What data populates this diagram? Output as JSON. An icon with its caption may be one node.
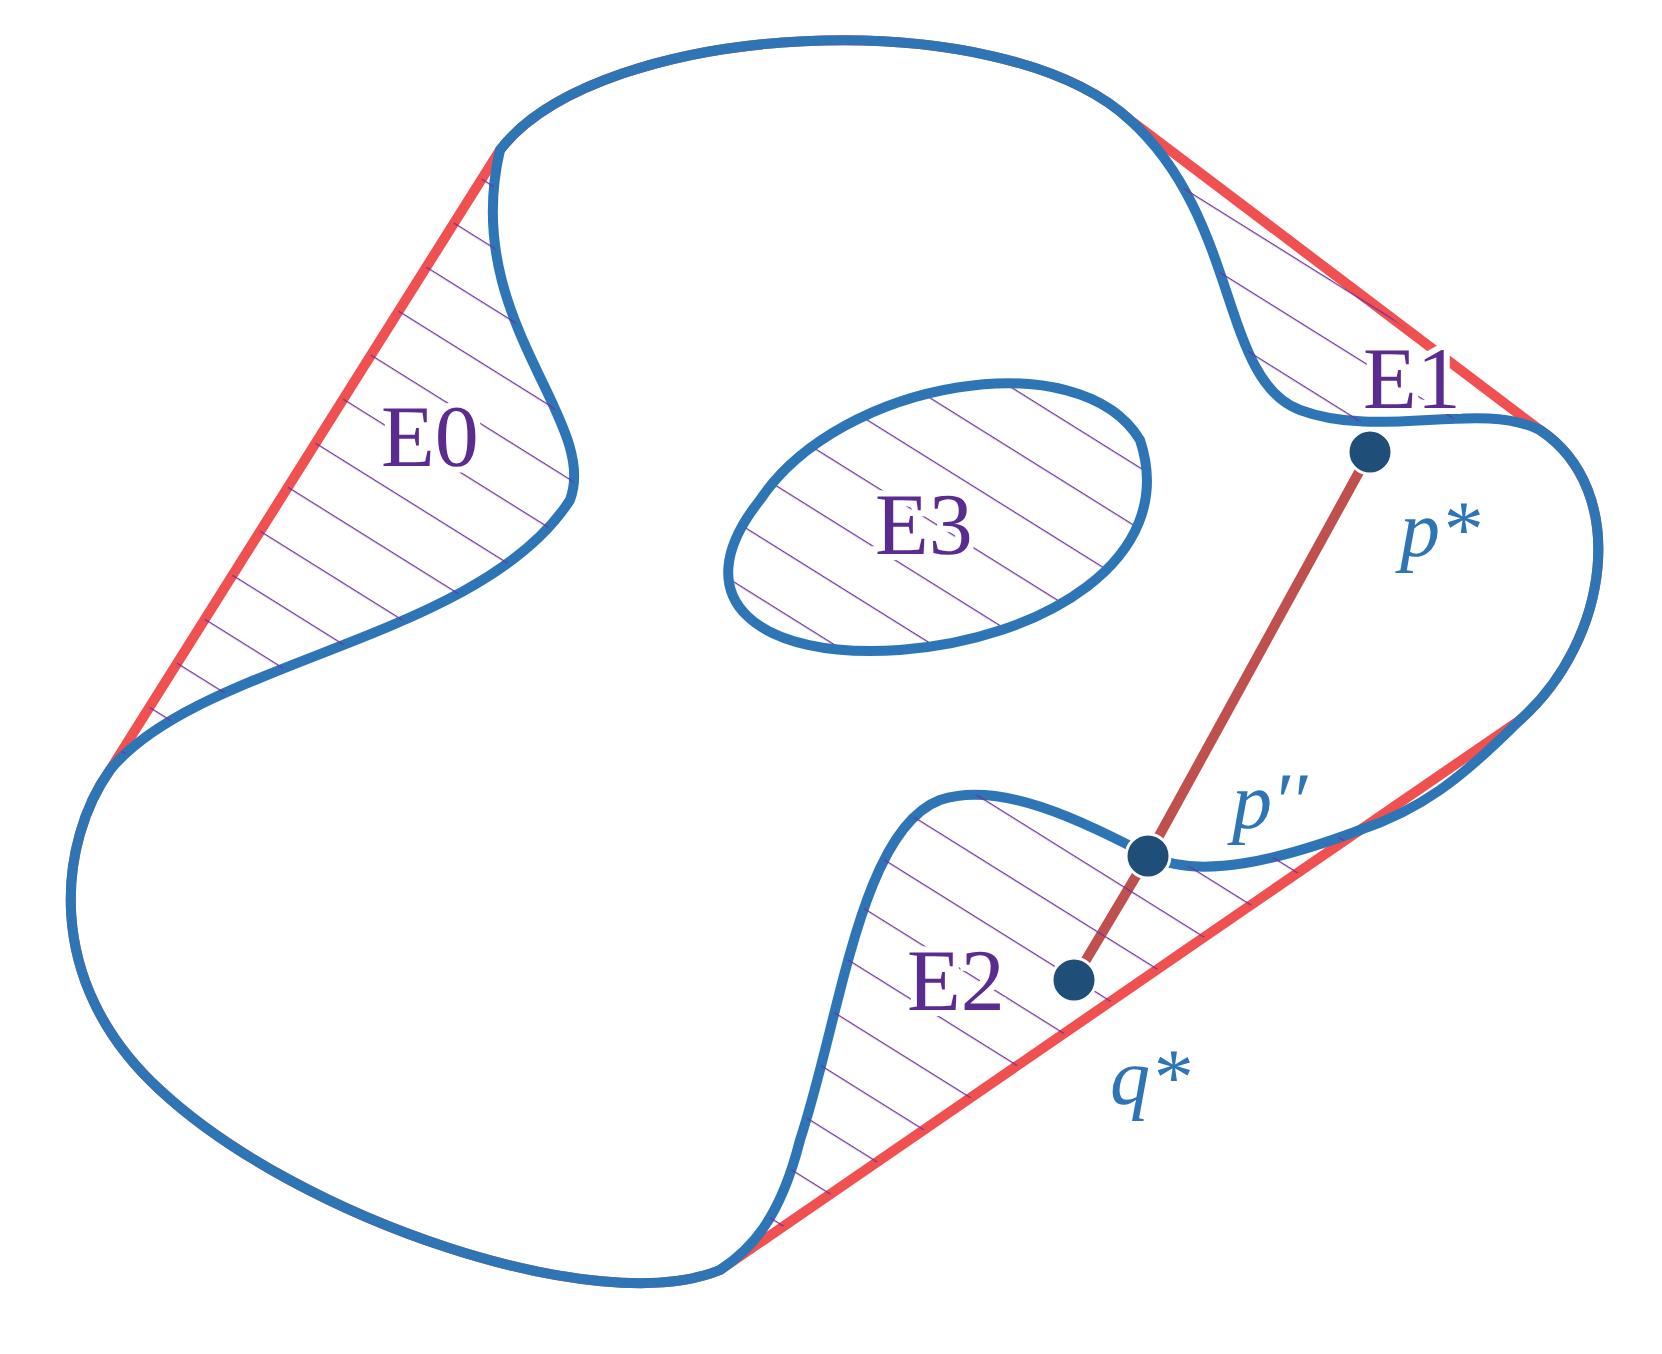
{
  "diagram": {
    "nodes": [
      {
        "text": [
          "E0"
        ]
      },
      {
        "text": [
          "E1"
        ]
      },
      {
        "text": [
          "E2"
        ]
      },
      {
        "text": [
          "E3"
        ]
      },
      {
        "text": [],
        "shape": "circle",
        "beside": [
          "p*"
        ]
      },
      {
        "text": [],
        "shape": "circle",
        "beside": [
          "p′′"
        ],
        "in": 2
      },
      {
        "text": [],
        "shape": "circle",
        "beside": [
          "q*"
        ],
        "in": 2
      }
    ],
    "edges": [
      {
        "from": 6,
        "to": 5,
        "arrow": "none"
      },
      {
        "from": 5,
        "to": 4,
        "arrow": "none"
      }
    ]
  }
}
